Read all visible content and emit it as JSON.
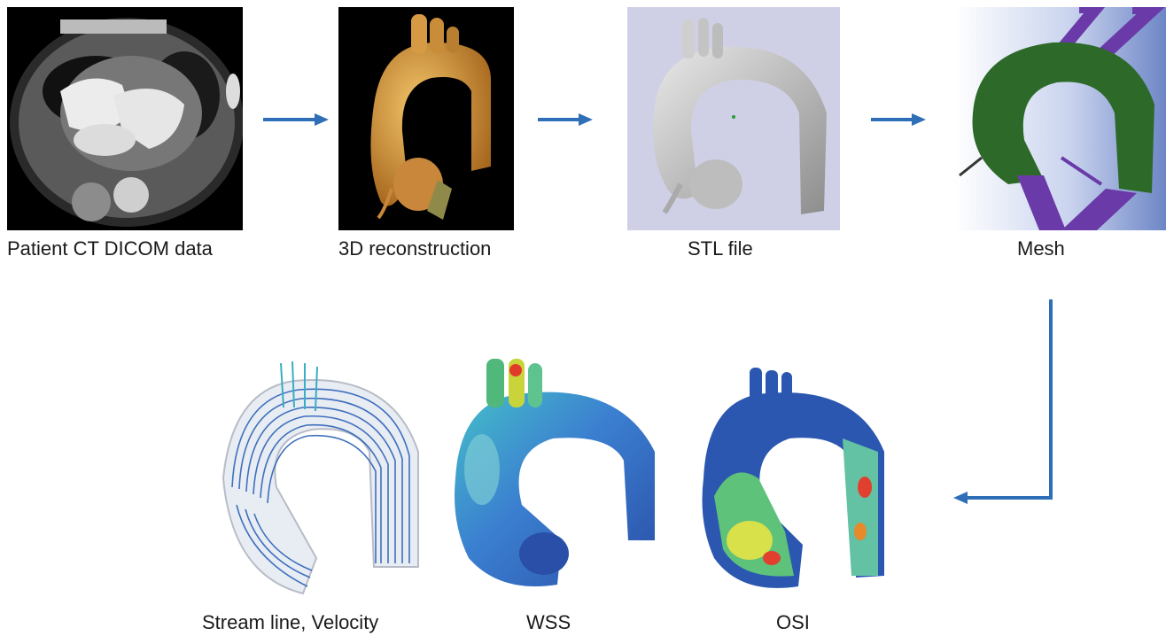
{
  "stages": [
    {
      "id": "ct",
      "label": "Patient CT DICOM data"
    },
    {
      "id": "recon",
      "label": "3D reconstruction"
    },
    {
      "id": "stl",
      "label": "STL file"
    },
    {
      "id": "mesh",
      "label": "Mesh"
    }
  ],
  "results": [
    {
      "id": "streamline",
      "label": "Stream line, Velocity"
    },
    {
      "id": "wss",
      "label": "WSS"
    },
    {
      "id": "osi",
      "label": "OSI"
    }
  ],
  "colors": {
    "arrow": "#2f6fb7",
    "ct_background": "#000000",
    "recon_tissue": "#c88a2e",
    "stl_background": "#cfd0e6",
    "stl_model": "#b9b9b9",
    "mesh_green": "#2d6a2a",
    "mesh_purple": "#6a3aa8",
    "wss_base": "#2f5fb3",
    "osi_base": "#2b57b0"
  },
  "icons": [
    "right-arrow-icon",
    "elbow-arrow-icon"
  ]
}
